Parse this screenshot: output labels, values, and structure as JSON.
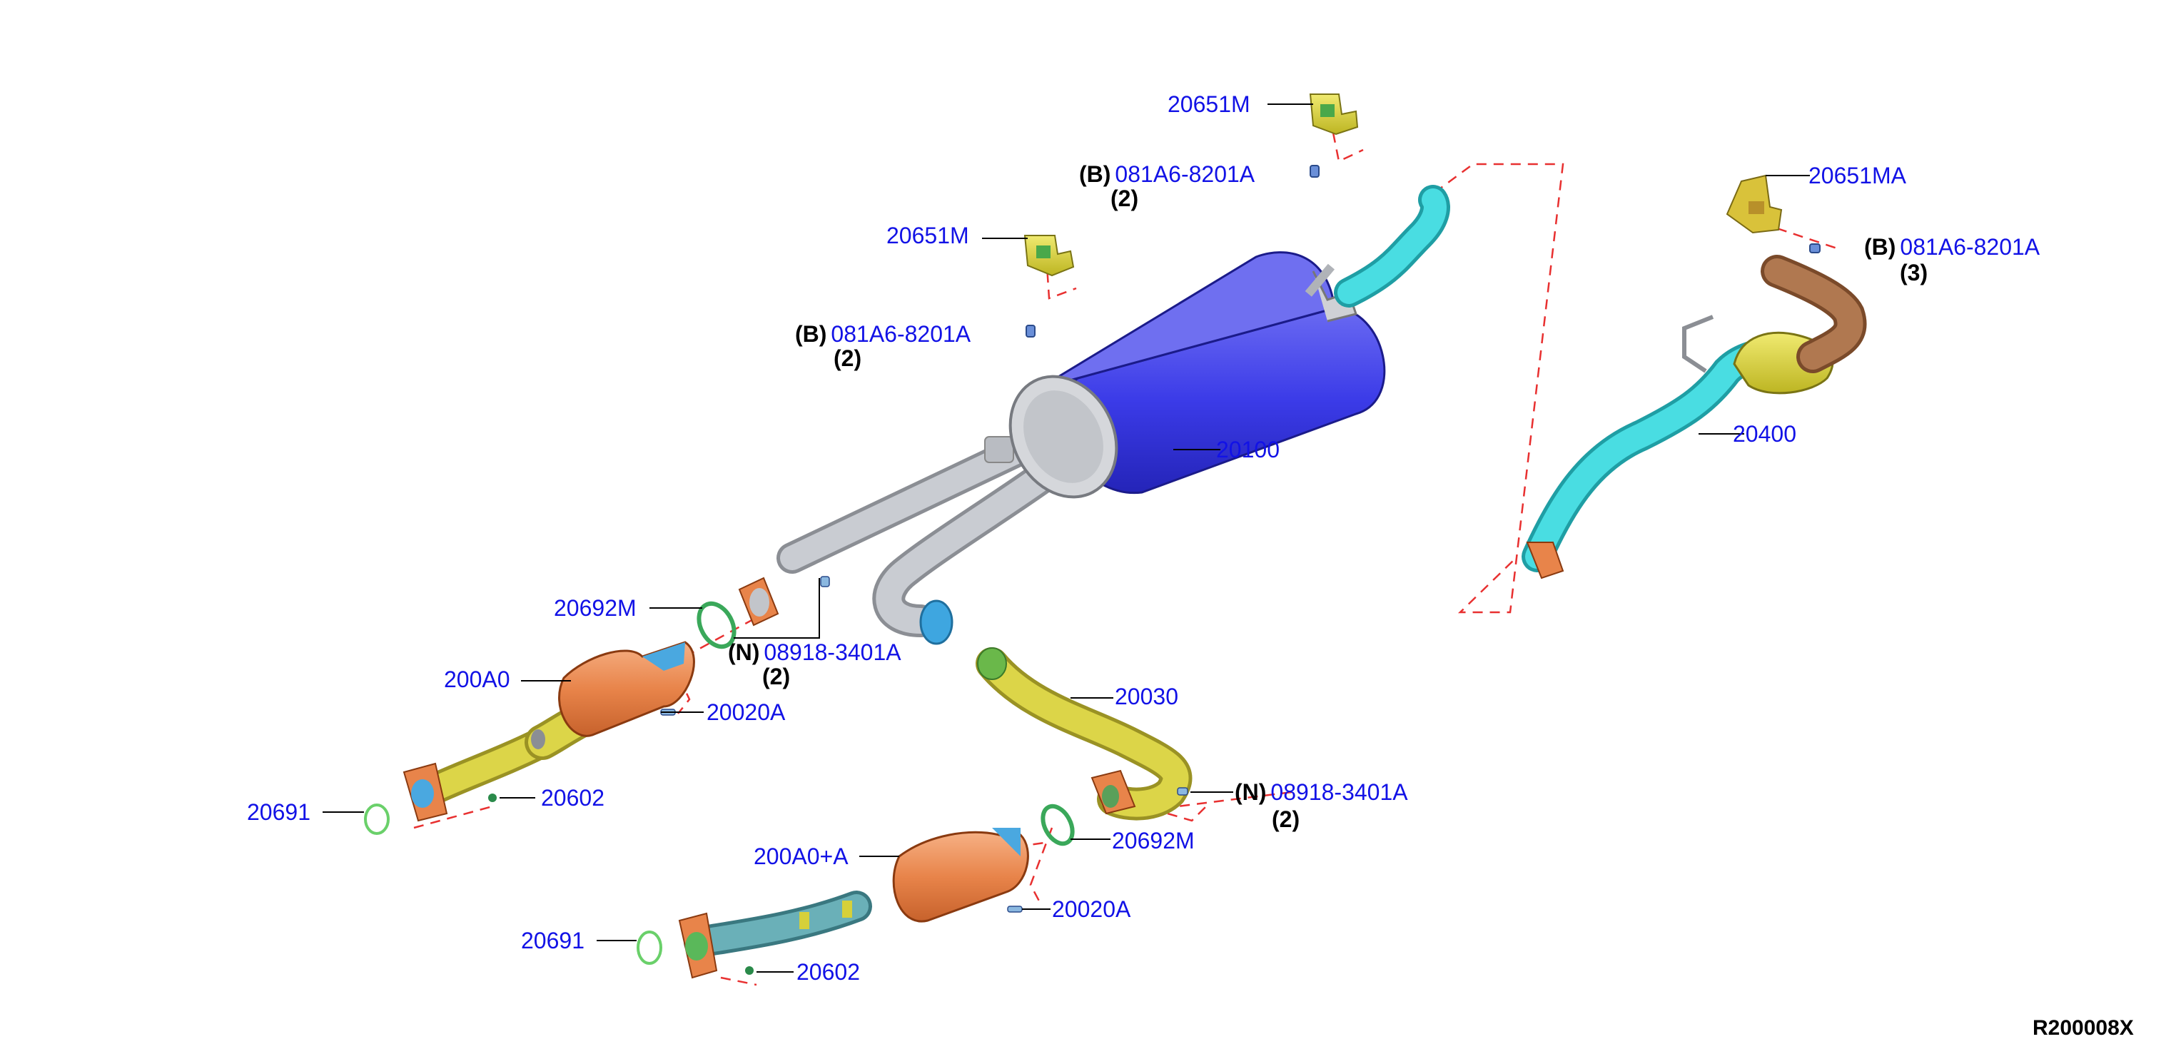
{
  "diagram": {
    "code": "R200008X",
    "colors": {
      "label": "#1212e6",
      "muffler": "#3b3be8",
      "pipe_gray": "#b9bcc2",
      "pipe_cyan": "#3ed4da",
      "converter": "#e8844a",
      "yellow": "#d6d03a",
      "brown": "#b07850",
      "gasket_green": "#4cc06a",
      "guide_dash": "#e83030",
      "leader": "#000000"
    },
    "parts": [
      {
        "id": "20651M",
        "prefix": "",
        "qty": ""
      },
      {
        "id": "081A6-8201A",
        "prefix": "(B)",
        "qty": "(2)"
      },
      {
        "id": "20651M",
        "prefix": "",
        "qty": ""
      },
      {
        "id": "081A6-8201A",
        "prefix": "(B)",
        "qty": "(2)"
      },
      {
        "id": "20651MA",
        "prefix": "",
        "qty": ""
      },
      {
        "id": "081A6-8201A",
        "prefix": "(B)",
        "qty": "(3)"
      },
      {
        "id": "20100",
        "prefix": "",
        "qty": ""
      },
      {
        "id": "20400",
        "prefix": "",
        "qty": ""
      },
      {
        "id": "20692M",
        "prefix": "",
        "qty": ""
      },
      {
        "id": "08918-3401A",
        "prefix": "(N)",
        "qty": "(2)"
      },
      {
        "id": "200A0",
        "prefix": "",
        "qty": ""
      },
      {
        "id": "20020A",
        "prefix": "",
        "qty": ""
      },
      {
        "id": "20030",
        "prefix": "",
        "qty": ""
      },
      {
        "id": "20691",
        "prefix": "",
        "qty": ""
      },
      {
        "id": "20602",
        "prefix": "",
        "qty": ""
      },
      {
        "id": "08918-3401A",
        "prefix": "(N)",
        "qty": "(2)"
      },
      {
        "id": "20692M",
        "prefix": "",
        "qty": ""
      },
      {
        "id": "200A0+A",
        "prefix": "",
        "qty": ""
      },
      {
        "id": "20020A",
        "prefix": "",
        "qty": ""
      },
      {
        "id": "20691",
        "prefix": "",
        "qty": ""
      },
      {
        "id": "20602",
        "prefix": "",
        "qty": ""
      }
    ]
  }
}
